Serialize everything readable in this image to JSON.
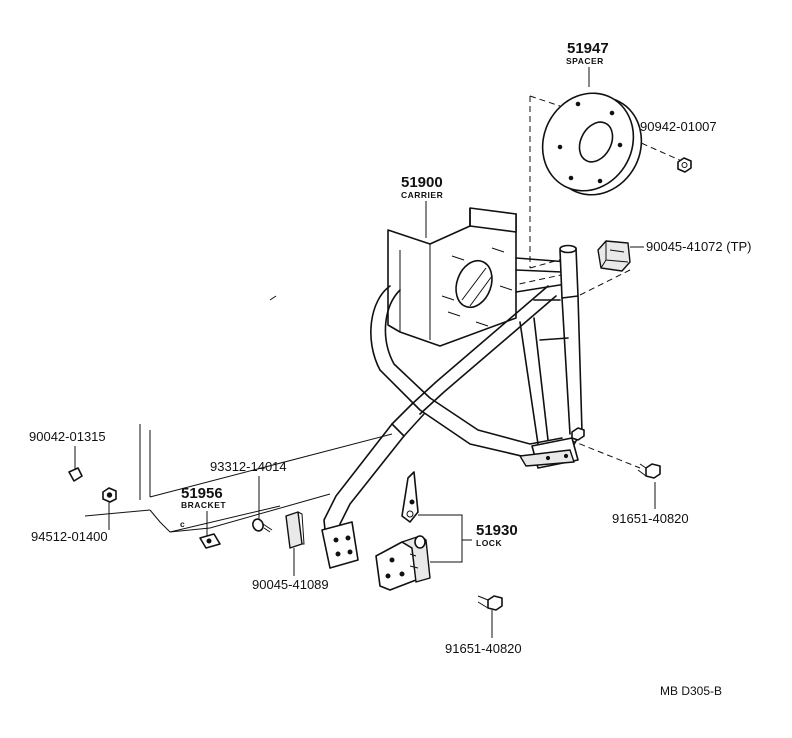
{
  "diagram": {
    "ref_code": "MB D305-B",
    "parts": [
      {
        "key": "spacer",
        "number": "51947",
        "name": "SPACER"
      },
      {
        "key": "carrier",
        "number": "51900",
        "name": "CARRIER"
      },
      {
        "key": "bracket",
        "number": "51956",
        "name": "BRACKET"
      },
      {
        "key": "lock",
        "number": "51930",
        "name": "LOCK"
      },
      {
        "key": "nut_top",
        "number": "90942-01007",
        "name": ""
      },
      {
        "key": "cushion",
        "number": "90045-41072 (TP)",
        "name": ""
      },
      {
        "key": "bolt_right",
        "number": "91651-40820",
        "name": ""
      },
      {
        "key": "bolt_bottom",
        "number": "91651-40820",
        "name": ""
      },
      {
        "key": "clip_left",
        "number": "90042-01315",
        "name": ""
      },
      {
        "key": "nut_left",
        "number": "94512-01400",
        "name": ""
      },
      {
        "key": "screw",
        "number": "93312-14014",
        "name": ""
      },
      {
        "key": "pad",
        "number": "90045-41089",
        "name": ""
      }
    ],
    "bracket_mark": "c"
  }
}
